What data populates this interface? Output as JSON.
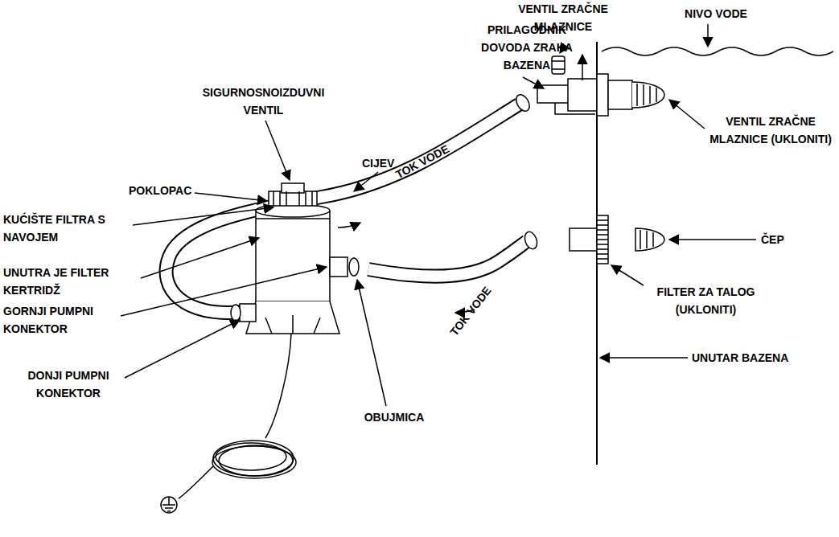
{
  "diagram": {
    "labels": [
      "VENTIL ZRAČNE MLAZNICE",
      "NIVO VODE",
      "PRILAGODNIK DOVODA ZRAKA BAZENA",
      "VENTIL ZRAČNE MLAZNICE (UKLONITI)",
      "SIGURNOSNOIZDUVNI VENTIL",
      "CIJEV",
      "TOK VODE",
      "POKLOPAC",
      "KUĆIŠTE FILTRA S NAVOJEM",
      "ČEP",
      "TOK VODE",
      "FILTER ZA TALOG (UKLONITI)",
      "UNUTRA JE FILTER KERTRIDŽ",
      "GORNJI PUMPNI KONEKTOR",
      "UNUTAR BAZENA",
      "DONJI PUMPNI KONEKTOR",
      "OBUJMICA"
    ]
  }
}
